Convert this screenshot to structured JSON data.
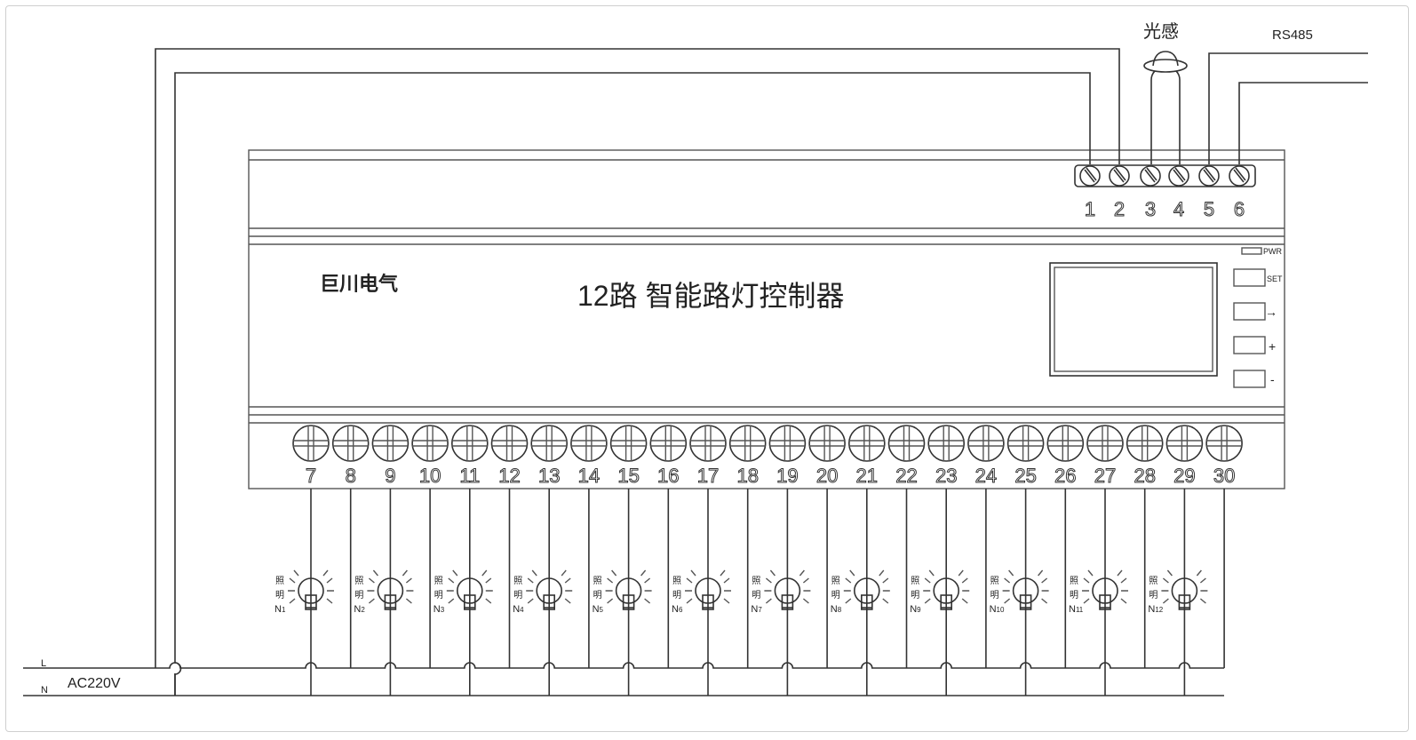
{
  "brand": "巨川电气",
  "device_title": "12路 智能路灯控制器",
  "light_sensor_label": "光感",
  "rs485_label": "RS485",
  "power": {
    "L_label": "L",
    "N_label": "N",
    "voltage_label": "AC220V"
  },
  "panel": {
    "pwr_label": "PWR",
    "buttons": [
      {
        "label": "SET"
      },
      {
        "label": "→"
      },
      {
        "label": "+"
      },
      {
        "label": "-"
      }
    ]
  },
  "top_terminals": [
    "1",
    "2",
    "3",
    "4",
    "5",
    "6"
  ],
  "bottom_terminals": [
    "7",
    "8",
    "9",
    "10",
    "11",
    "12",
    "13",
    "14",
    "15",
    "16",
    "17",
    "18",
    "19",
    "20",
    "21",
    "22",
    "23",
    "24",
    "25",
    "26",
    "27",
    "28",
    "29",
    "30"
  ],
  "lamps": [
    {
      "line1": "照",
      "line2": "明",
      "n": "N",
      "sub": "1"
    },
    {
      "line1": "照",
      "line2": "明",
      "n": "N",
      "sub": "2"
    },
    {
      "line1": "照",
      "line2": "明",
      "n": "N",
      "sub": "3"
    },
    {
      "line1": "照",
      "line2": "明",
      "n": "N",
      "sub": "4"
    },
    {
      "line1": "照",
      "line2": "明",
      "n": "N",
      "sub": "5"
    },
    {
      "line1": "照",
      "line2": "明",
      "n": "N",
      "sub": "6"
    },
    {
      "line1": "照",
      "line2": "明",
      "n": "N",
      "sub": "7"
    },
    {
      "line1": "照",
      "line2": "明",
      "n": "N",
      "sub": "8"
    },
    {
      "line1": "照",
      "line2": "明",
      "n": "N",
      "sub": "9"
    },
    {
      "line1": "照",
      "line2": "明",
      "n": "N",
      "sub": "10"
    },
    {
      "line1": "照",
      "line2": "明",
      "n": "N",
      "sub": "11"
    },
    {
      "line1": "照",
      "line2": "明",
      "n": "N",
      "sub": "12"
    }
  ]
}
